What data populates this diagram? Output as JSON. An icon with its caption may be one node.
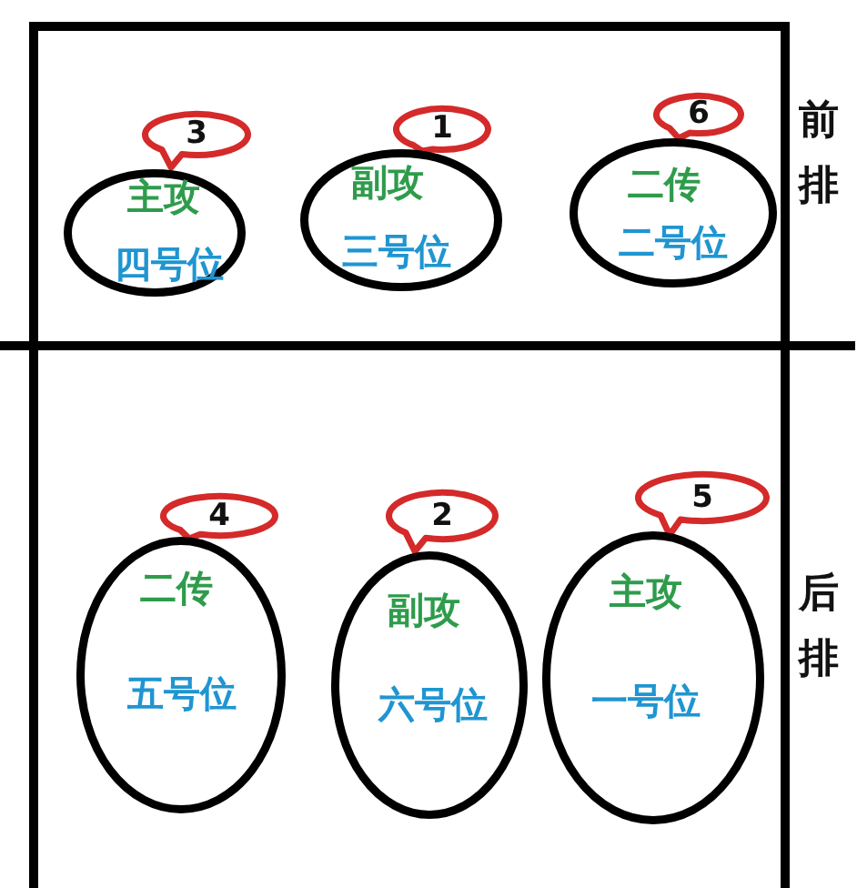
{
  "diagram": {
    "nodes": [
      {
        "text": [
          "3"
        ]
      },
      {
        "text": [
          "主攻",
          "四号位"
        ]
      },
      {
        "text": [
          "1"
        ]
      },
      {
        "text": [
          "副攻",
          "三号位"
        ]
      },
      {
        "text": [
          "6"
        ]
      },
      {
        "text": [
          "二传",
          "二号位"
        ]
      },
      {
        "text": [
          "4"
        ]
      },
      {
        "text": [
          "二传",
          "五号位"
        ]
      },
      {
        "text": [
          "2"
        ]
      },
      {
        "text": [
          "副攻",
          "六号位"
        ]
      },
      {
        "text": [
          "5"
        ]
      },
      {
        "text": [
          "主攻",
          "一号位"
        ]
      }
    ],
    "labels": [
      "前排",
      "后排"
    ]
  }
}
